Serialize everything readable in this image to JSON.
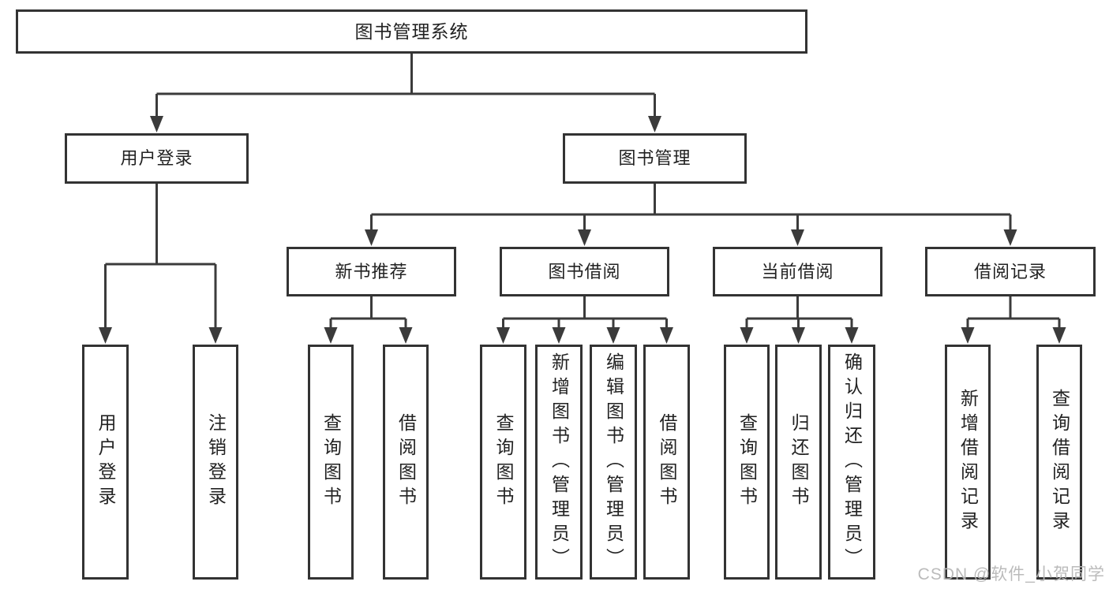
{
  "tree": {
    "root": {
      "label": "图书管理系统"
    },
    "branches": [
      {
        "label": "用户登录",
        "leaves": [
          "用户登录",
          "注销登录"
        ]
      },
      {
        "label": "图书管理",
        "children": [
          {
            "label": "新书推荐",
            "leaves": [
              "查询图书",
              "借阅图书"
            ]
          },
          {
            "label": "图书借阅",
            "leaves": [
              "查询图书",
              "新增图书（管理员）",
              "编辑图书（管理员）",
              "借阅图书"
            ]
          },
          {
            "label": "当前借阅",
            "leaves": [
              "查询图书",
              "归还图书",
              "确认归还（管理员）"
            ]
          },
          {
            "label": "借阅记录",
            "leaves": [
              "新增借阅记录",
              "查询借阅记录"
            ]
          }
        ]
      }
    ]
  },
  "watermark": "CSDN @软件_小贺同学",
  "colors": {
    "line": "#3b3b3b",
    "box_border": "#333333",
    "text": "#222222",
    "watermark": "#b7b7b7",
    "background": "#ffffff"
  }
}
